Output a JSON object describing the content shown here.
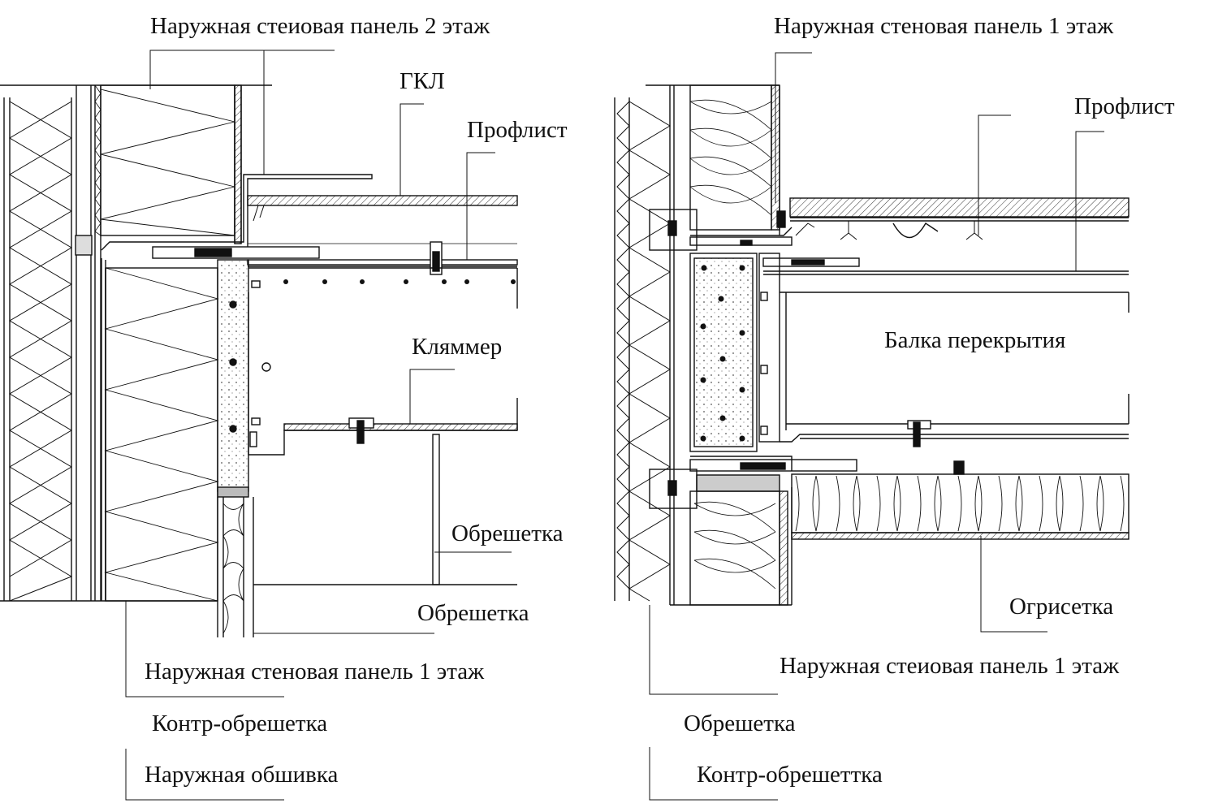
{
  "left_detail": {
    "labels": {
      "top_panel_2": "Наружная стеиовая панель 2 этаж",
      "gkl": "ГКЛ",
      "proflist": "Профлист",
      "klyammer": "Кляммер",
      "obreshetka_1": "Обрешетка",
      "obreshetka_2": "Обрешетка",
      "bottom_panel_1": "Наружная стеновая панель 1 этаж",
      "kontr_obreshetka": "Контр-обрешетка",
      "naruzhnaya_obshivka": "Наружная обшивка"
    }
  },
  "right_detail": {
    "labels": {
      "top_panel_1": "Наружная стеновая панель 1 этаж",
      "proflist": "Профлист",
      "beam": "Балка перекрытия",
      "ogrisetka": "Огрисетка",
      "bottom_panel_1": "Наружная стеиовая панель 1 этаж",
      "obreshetka": "Обрешетка",
      "kontr_obreshettka": "Контр-обрешеттка"
    }
  },
  "colors": {
    "line": "#111111",
    "hatch": "#333333",
    "background": "#ffffff"
  }
}
